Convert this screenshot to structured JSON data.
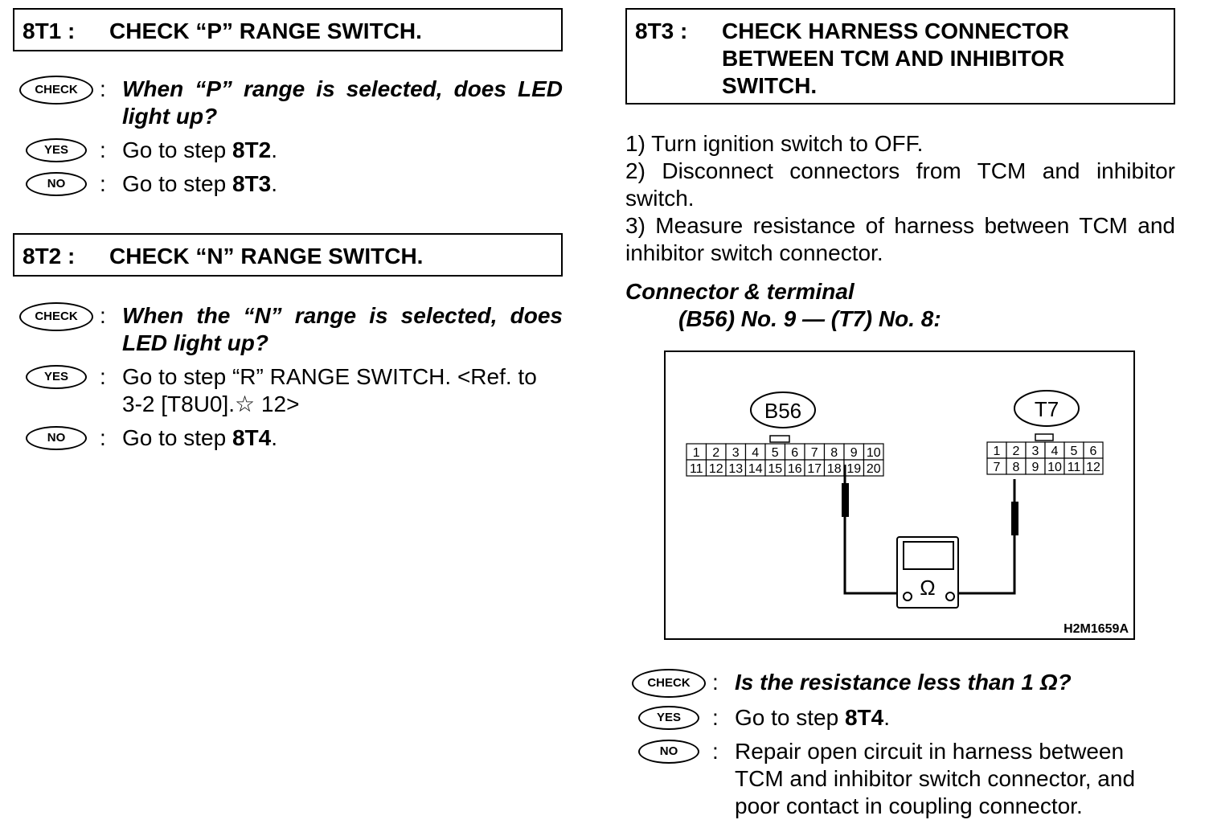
{
  "steps": [
    {
      "id": "8T1",
      "number_label": "8T1 :",
      "title": "CHECK “P” RANGE SWITCH.",
      "check": {
        "badge": "CHECK",
        "text": "When “P” range is selected, does LED light up?"
      },
      "yes": {
        "badge": "YES",
        "prefix": "Go to step ",
        "bold": "8T2",
        "suffix": "."
      },
      "no": {
        "badge": "NO",
        "prefix": "Go to step ",
        "bold": "8T3",
        "suffix": "."
      }
    },
    {
      "id": "8T2",
      "number_label": "8T2 :",
      "title": "CHECK “N” RANGE SWITCH.",
      "check": {
        "badge": "CHECK",
        "text": "When the “N” range is selected, does LED light up?"
      },
      "yes": {
        "badge": "YES",
        "prefix": "Go to step “R” RANGE SWITCH. <Ref. to 3-2 [T8U0].☆ 12>",
        "bold": "",
        "suffix": ""
      },
      "no": {
        "badge": "NO",
        "prefix": "Go to step ",
        "bold": "8T4",
        "suffix": "."
      }
    },
    {
      "id": "8T3",
      "number_label": "8T3 :",
      "title": "CHECK HARNESS CONNECTOR\nBETWEEN TCM AND INHIBITOR\nSWITCH.",
      "procedure": [
        "1)  Turn ignition switch to OFF.",
        "2)  Disconnect connectors from TCM and inhibitor switch.",
        "3)  Measure resistance of harness between TCM and inhibitor switch connector."
      ],
      "connector_heading": "Connector & terminal",
      "connector_terminals": "(B56) No. 9 — (T7) No. 8:",
      "check": {
        "badge": "CHECK",
        "text": "Is the resistance less than 1 Ω?"
      },
      "yes": {
        "badge": "YES",
        "prefix": "Go to step ",
        "bold": "8T4",
        "suffix": "."
      },
      "no": {
        "badge": "NO",
        "prefix": "Repair open circuit in harness between TCM and inhibitor switch connector, and poor contact in coupling connector.",
        "bold": "",
        "suffix": ""
      }
    }
  ],
  "diagram": {
    "figure_id": "H2M1659A",
    "connector_a": {
      "label": "B56",
      "rows": [
        [
          "1",
          "2",
          "3",
          "4",
          "5",
          "6",
          "7",
          "8",
          "9",
          "10"
        ],
        [
          "11",
          "12",
          "13",
          "14",
          "15",
          "16",
          "17",
          "18",
          "19",
          "20"
        ]
      ],
      "probe_terminal": "9"
    },
    "connector_b": {
      "label": "T7",
      "rows": [
        [
          "1",
          "2",
          "3",
          "4",
          "5",
          "6"
        ],
        [
          "7",
          "8",
          "9",
          "10",
          "11",
          "12"
        ]
      ],
      "probe_terminal": "8"
    },
    "meter_symbol": "Ω"
  },
  "colon": ":"
}
